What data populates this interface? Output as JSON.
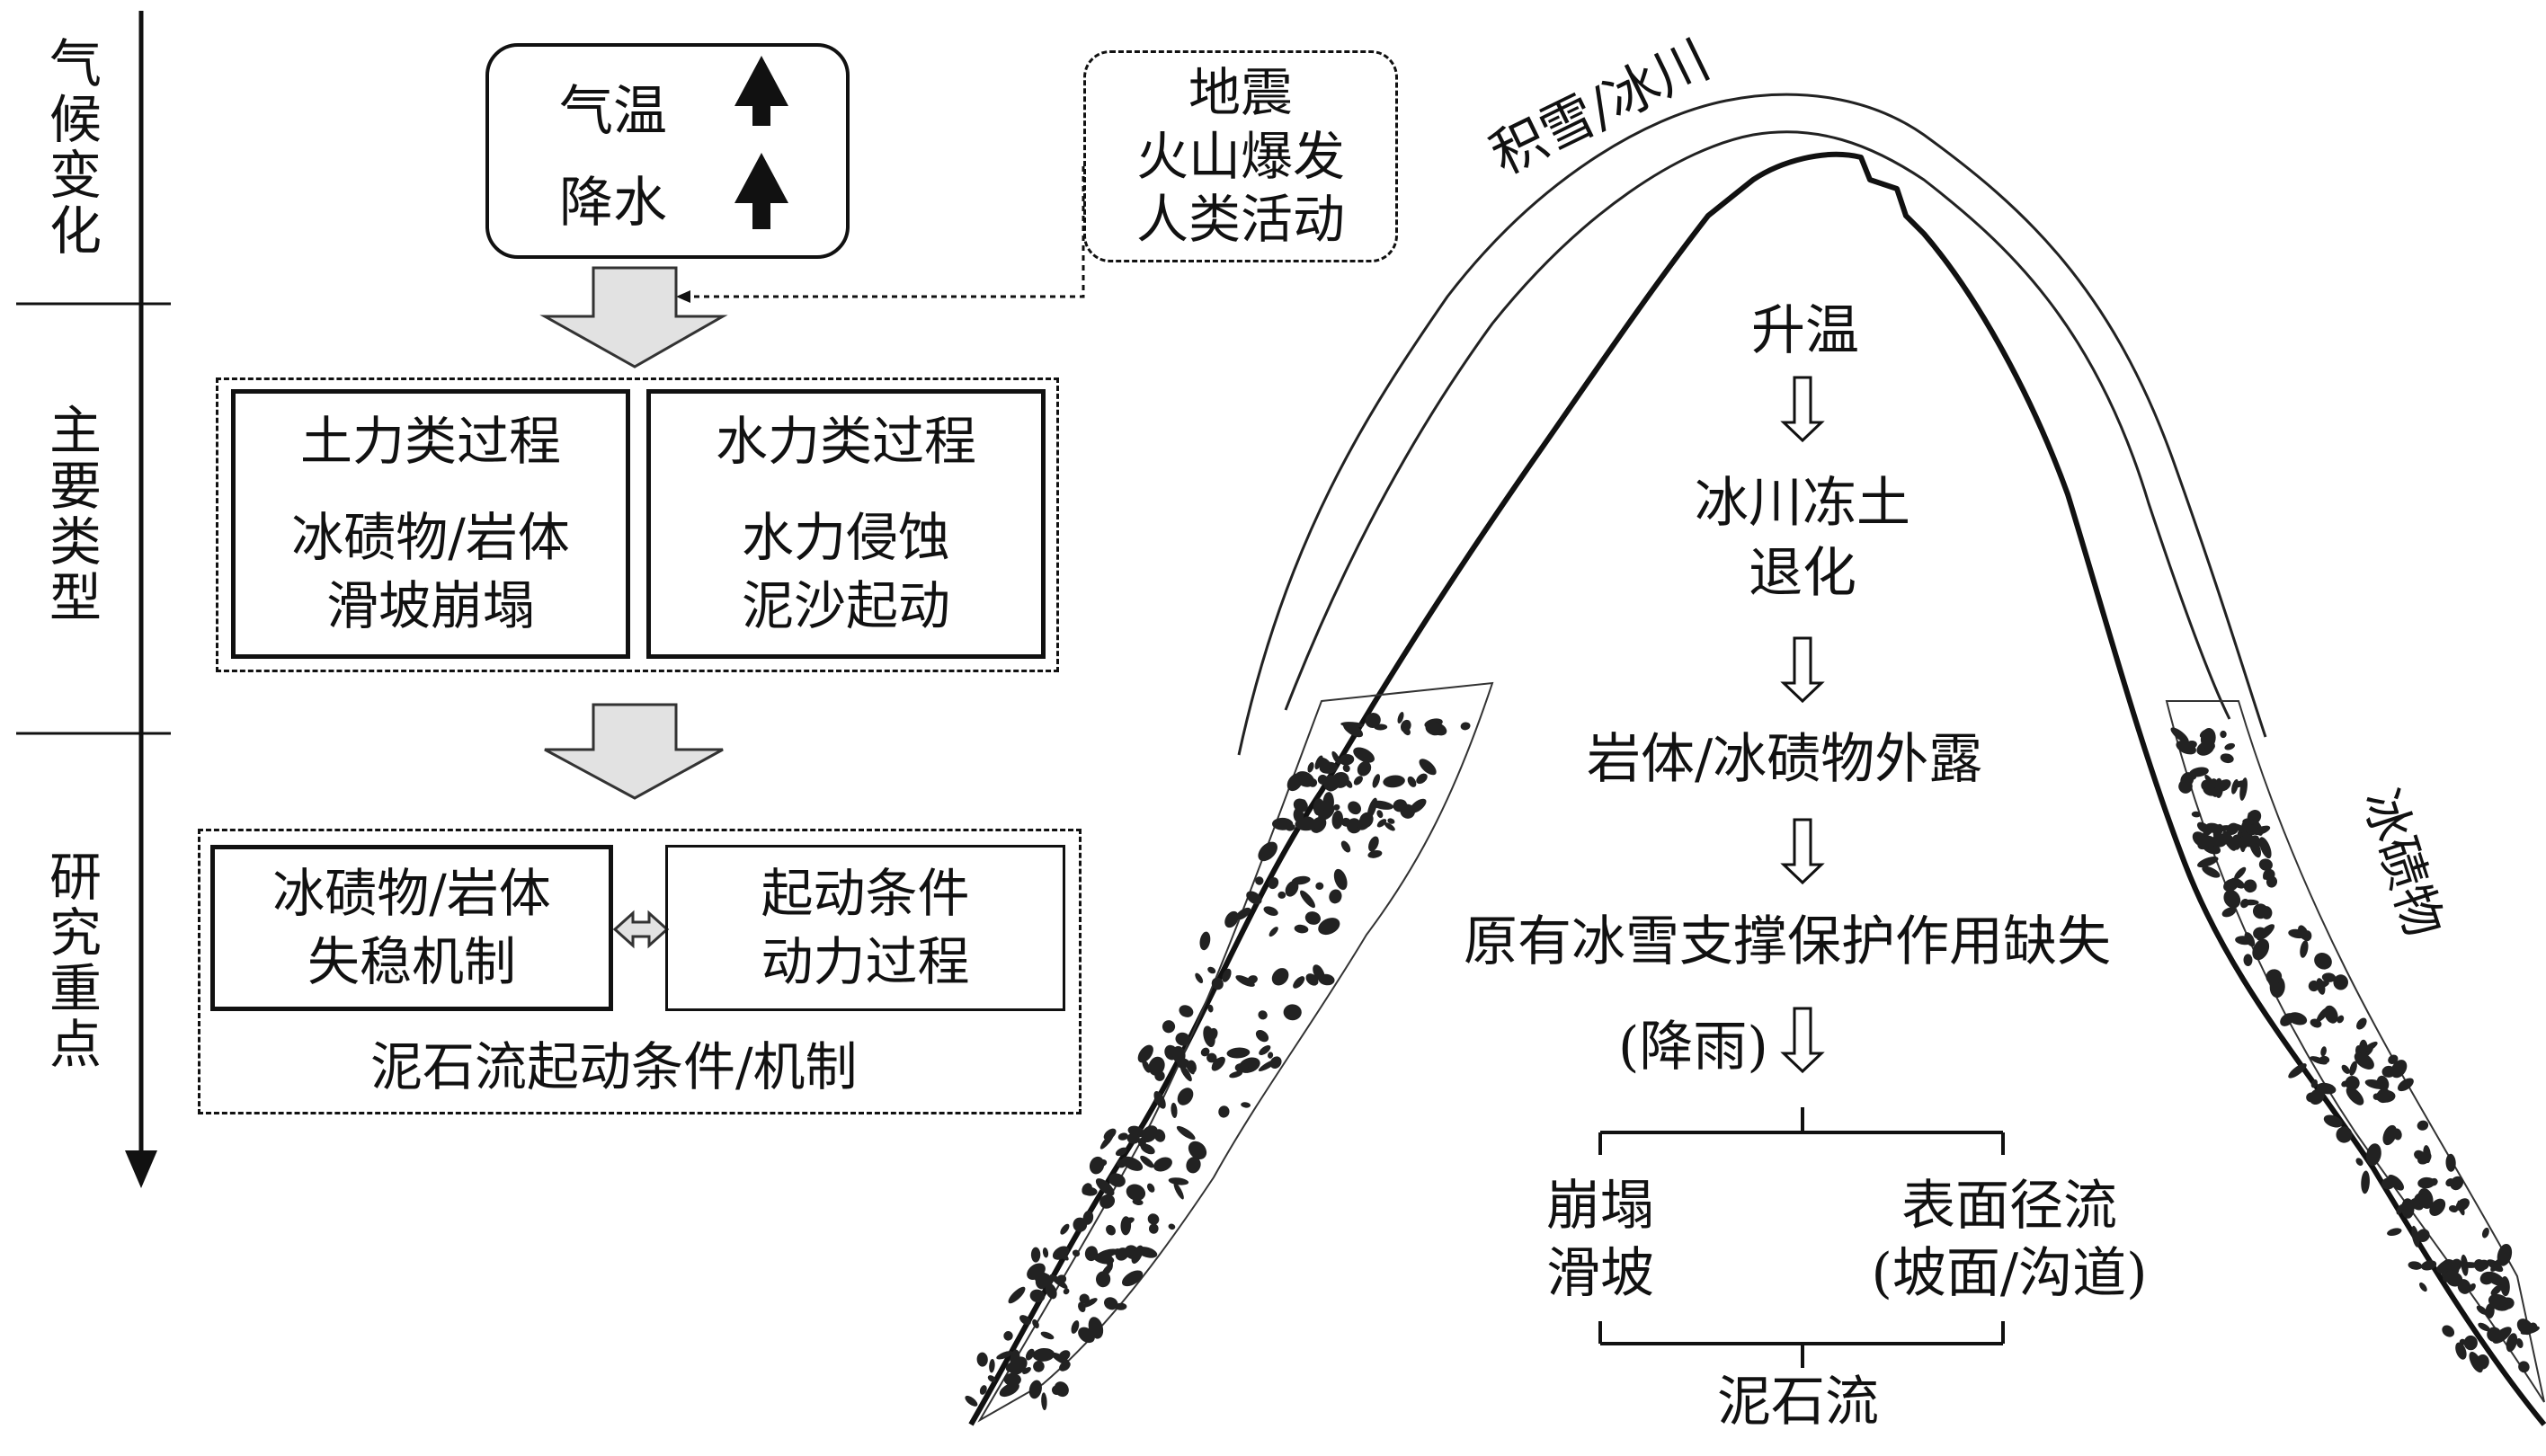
{
  "axis": {
    "sections": [
      "气候变化",
      "主要类型",
      "研究重点"
    ]
  },
  "climate": {
    "temp": "气温",
    "precip": "降水",
    "other_factors": [
      "地震",
      "火山爆发",
      "人类活动"
    ]
  },
  "types": {
    "soil": {
      "title": "土力类过程",
      "lines": [
        "冰碛物/岩体",
        "滑坡崩塌"
      ]
    },
    "water": {
      "title": "水力类过程",
      "lines": [
        "水力侵蚀",
        "泥沙起动"
      ]
    }
  },
  "research": {
    "left": [
      "冰碛物/岩体",
      "失稳机制"
    ],
    "right": [
      "起动条件",
      "动力过程"
    ],
    "footer": "泥石流起动条件/机制"
  },
  "mountain": {
    "snow_label": "积雪/冰川",
    "moraine_label": "冰碛物",
    "chain": [
      "升温",
      "冰川冻土",
      "退化",
      "岩体/冰碛物外露",
      "原有冰雪支撑保护作用缺失"
    ],
    "rain": "(降雨)",
    "branch_left": [
      "崩塌",
      "滑坡"
    ],
    "branch_right": [
      "表面径流",
      "(坡面/沟道)"
    ],
    "result": "泥石流"
  }
}
